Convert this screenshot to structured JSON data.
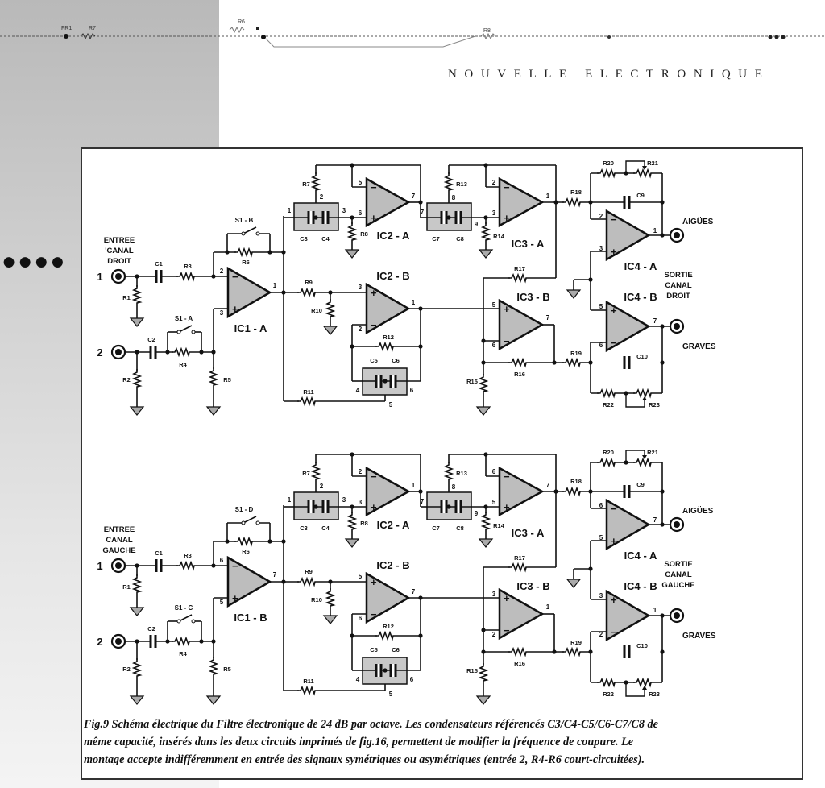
{
  "header": {
    "title": "NOUVELLE ELECTRONIQUE",
    "strip_labels": [
      "FR1",
      "R7",
      "R6",
      "R8"
    ],
    "bullets": "●●●●"
  },
  "figure": {
    "circuits": [
      {
        "entree": [
          "ENTREE",
          "'CANAL",
          "DROIT"
        ],
        "sortie": [
          "SORTIE",
          "CANAL",
          "DROIT"
        ],
        "outputs": {
          "high": "AIGÜES",
          "low": "GRAVES"
        },
        "inputs": [
          "1",
          "2"
        ],
        "ic": {
          "ic1": "IC1 - A",
          "ic2a": "IC2 - A",
          "ic2b": "IC2 - B",
          "ic3a": "IC3 - A",
          "ic3b": "IC3 - B",
          "ic4a": "IC4 - A",
          "ic4b": "IC4 - B"
        },
        "switches": {
          "upper": "S1 - B",
          "lower": "S1 - A"
        },
        "components": {
          "R1": "R1",
          "R2": "R2",
          "R3": "R3",
          "R4": "R4",
          "R5": "R5",
          "R6": "R6",
          "R7": "R7",
          "R8": "R8",
          "R9": "R9",
          "R10": "R10",
          "R11": "R11",
          "R12": "R12",
          "R13": "R13",
          "R14": "R14",
          "R15": "R15",
          "R16": "R16",
          "R17": "R17",
          "R18": "R18",
          "R19": "R19",
          "R20": "R20",
          "R21": "R21",
          "R22": "R22",
          "R23": "R23",
          "C1": "C1",
          "C2": "C2",
          "C3": "C3",
          "C4": "C4",
          "C5": "C5",
          "C6": "C6",
          "C7": "C7",
          "C8": "C8",
          "C9": "C9",
          "C10": "C10"
        },
        "pins": {
          "ic1": [
            "2",
            "3",
            "1"
          ],
          "box1": [
            "1",
            "2",
            "3"
          ],
          "ic2a": [
            "5",
            "6",
            "7"
          ],
          "box2": [
            "7",
            "8",
            "9"
          ],
          "ic3a": [
            "2",
            "3",
            "1"
          ],
          "ic2b": [
            "3",
            "2",
            "1"
          ],
          "box3": [
            "4",
            "5",
            "6"
          ],
          "ic3b": [
            "5",
            "6",
            "7"
          ],
          "ic4a": [
            "2",
            "3",
            "1"
          ],
          "ic4b": [
            "5",
            "6",
            "7"
          ]
        }
      },
      {
        "entree": [
          "ENTREE",
          "CANAL",
          "GAUCHE"
        ],
        "sortie": [
          "SORTIE",
          "CANAL",
          "GAUCHE"
        ],
        "outputs": {
          "high": "AIGÜES",
          "low": "GRAVES"
        },
        "inputs": [
          "1",
          "2"
        ],
        "ic": {
          "ic1": "IC1 - B",
          "ic2a": "IC2 - A",
          "ic2b": "IC2 - B",
          "ic3a": "IC3 - A",
          "ic3b": "IC3 - B",
          "ic4a": "IC4 - A",
          "ic4b": "IC4 - B"
        },
        "switches": {
          "upper": "S1 - D",
          "lower": "S1 - C"
        },
        "components": {
          "R1": "R1",
          "R2": "R2",
          "R3": "R3",
          "R4": "R4",
          "R5": "R5",
          "R6": "R6",
          "R7": "R7",
          "R8": "R8",
          "R9": "R9",
          "R10": "R10",
          "R11": "R11",
          "R12": "R12",
          "R13": "R13",
          "R14": "R14",
          "R15": "R15",
          "R16": "R16",
          "R17": "R17",
          "R18": "R18",
          "R19": "R19",
          "R20": "R20",
          "R21": "R21",
          "R22": "R22",
          "R23": "R23",
          "C1": "C1",
          "C2": "C2",
          "C3": "C3",
          "C4": "C4",
          "C5": "C5",
          "C6": "C6",
          "C7": "C7",
          "C8": "C8",
          "C9": "C9",
          "C10": "C10"
        },
        "pins": {
          "ic1": [
            "6",
            "5",
            "7"
          ],
          "box1": [
            "1",
            "2",
            "3"
          ],
          "ic2a": [
            "2",
            "3",
            "1"
          ],
          "box2": [
            "7",
            "8",
            "9"
          ],
          "ic3a": [
            "6",
            "5",
            "7"
          ],
          "ic2b": [
            "5",
            "6",
            "7"
          ],
          "box3": [
            "4",
            "5",
            "6"
          ],
          "ic3b": [
            "3",
            "2",
            "1"
          ],
          "ic4a": [
            "6",
            "5",
            "7"
          ],
          "ic4b": [
            "3",
            "2",
            "1"
          ]
        }
      }
    ],
    "caption": {
      "lines": [
        "Fig.9 Schéma électrique du Filtre électronique de 24 dB par octave. Les condensateurs référencés C3/C4-C5/C6-C7/C8 de",
        "même capacité, insérés dans les deux circuits imprimés de fig.16, permettent de modifier la fréquence de coupure. Le",
        "montage accepte indifféremment en entrée des signaux symétriques ou asymétriques (entrée 2, R4-R6 court-circuitées)."
      ]
    }
  }
}
